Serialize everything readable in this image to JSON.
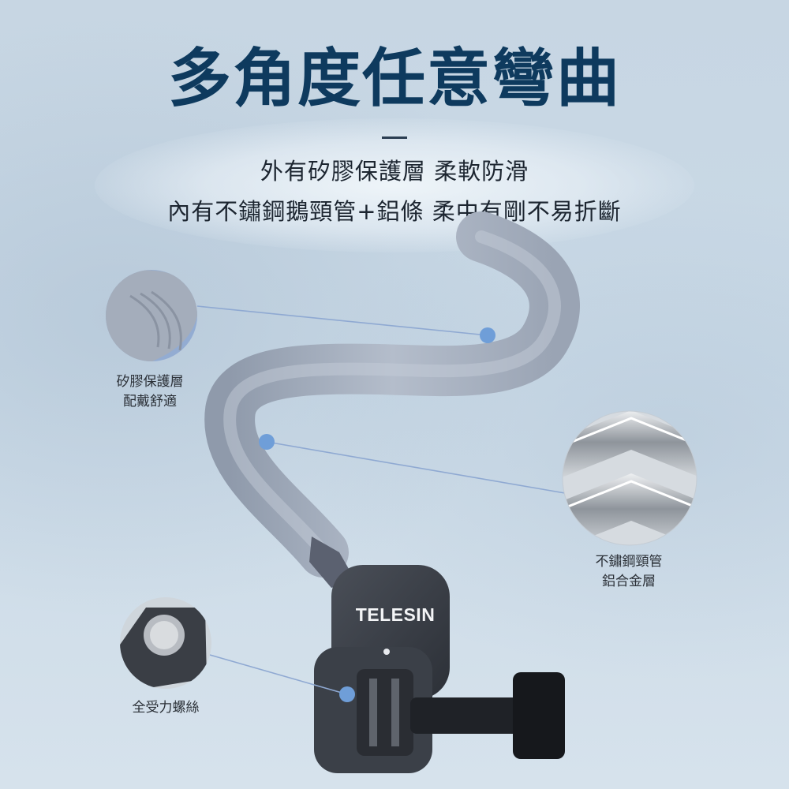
{
  "heading": {
    "title": "多角度任意彎曲",
    "line1": "外有矽膠保護層 柔軟防滑",
    "line2": "內有不鏽鋼鵝頸管+鋁條 柔中有剛不易折斷"
  },
  "callouts": {
    "silicone": {
      "line1": "矽膠保護層",
      "line2": "配戴舒適"
    },
    "steel": {
      "line1": "不鏽鋼頸管",
      "line2": "鋁合金層"
    },
    "screw": {
      "line1": "全受力螺絲"
    }
  },
  "product": {
    "brand": "TELESIN"
  },
  "colors": {
    "title": "#0e3a5e",
    "accent_dot": "#6f9ed8",
    "tube": "#a8b2c2",
    "mount": "#3a3e46"
  }
}
